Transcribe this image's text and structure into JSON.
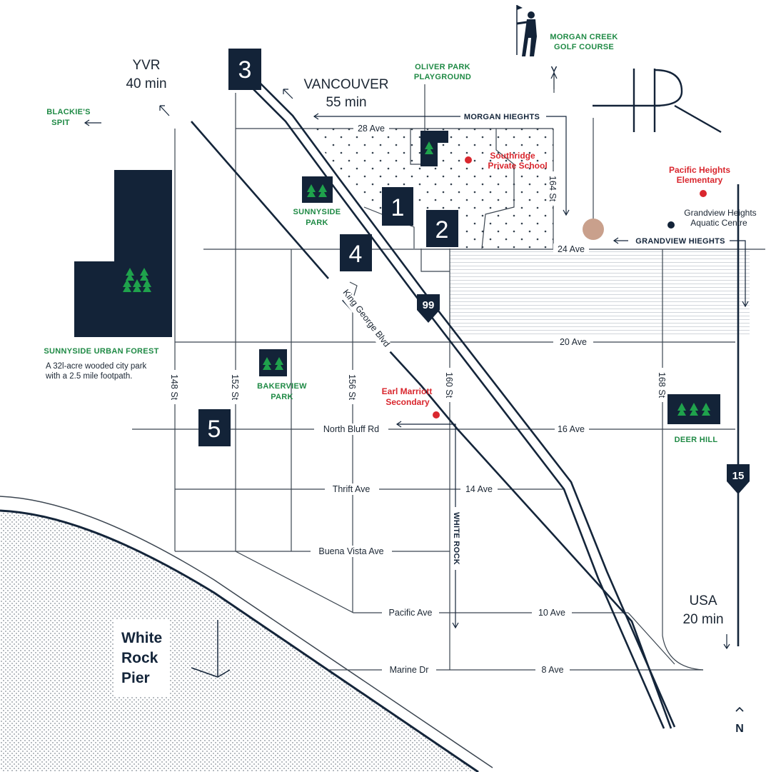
{
  "colors": {
    "navy": "#132338",
    "green": "#1f8a45",
    "red": "#d9272e",
    "copper": "#c9a08c"
  },
  "directions": {
    "yvr": {
      "name": "YVR",
      "time": "40 min"
    },
    "vancouver": {
      "name": "VANCOUVER",
      "time": "55 min"
    },
    "usa": {
      "name": "USA",
      "time": "20 min"
    },
    "morgan_heights": "MORGAN HIEGHTS",
    "grandview_heights": "GRANDVIEW HIEGHTS",
    "white_rock": "WHITE ROCK"
  },
  "streets": {
    "ave_28": "28 Ave",
    "ave_24": "24 Ave",
    "ave_20": "20 Ave",
    "ave_16": "16 Ave",
    "north_bluff": "North Bluff Rd",
    "thrift": "Thrift Ave",
    "ave_14": "14 Ave",
    "buena_vista": "Buena Vista Ave",
    "pacific": "Pacific Ave",
    "ave_10": "10 Ave",
    "marine": "Marine Dr",
    "ave_8": "8 Ave",
    "st_148": "148 St",
    "st_152": "152 St",
    "st_156": "156 St",
    "st_160": "160 St",
    "st_164": "164 St",
    "st_168": "168 St",
    "king_george": "King George Blvd"
  },
  "highways": {
    "hwy99": "99",
    "hwy15": "15"
  },
  "numbered_sites": [
    "1",
    "2",
    "3",
    "4",
    "5"
  ],
  "parks": {
    "blackies_l1": "BLACKIE'S",
    "blackies_l2": "SPIT",
    "oliver_l1": "OLIVER PARK",
    "oliver_l2": "PLAYGROUND",
    "morgan_l1": "MORGAN CREEK",
    "morgan_l2": "GOLF COURSE",
    "sunnyside_l1": "SUNNYSIDE",
    "sunnyside_l2": "PARK",
    "forest_name": "SUNNYSIDE URBAN FOREST",
    "forest_desc_l1": "A 32l-acre wooded city park",
    "forest_desc_l2": "with a 2.5 mile footpath.",
    "bakerview_l1": "BAKERVIEW",
    "bakerview_l2": "PARK",
    "deer_hill": "DEER HILL"
  },
  "schools": {
    "southridge_l1": "Southridge",
    "southridge_l2": "Private School",
    "pacific_heights_l1": "Pacific Heights",
    "pacific_heights_l2": "Elementary",
    "earl_l1": "Earl Marriott",
    "earl_l2": "Secondary"
  },
  "amenities": {
    "aquatic_l1": "Grandview Heights",
    "aquatic_l2": "Aquatic Centre"
  },
  "pier": {
    "l1": "White",
    "l2": "Rock",
    "l3": "Pier"
  },
  "north": "N",
  "icons": [
    "tree-icon",
    "golfer-icon",
    "north-arrow-icon",
    "hr-logo-icon",
    "highway-shield-icon"
  ]
}
